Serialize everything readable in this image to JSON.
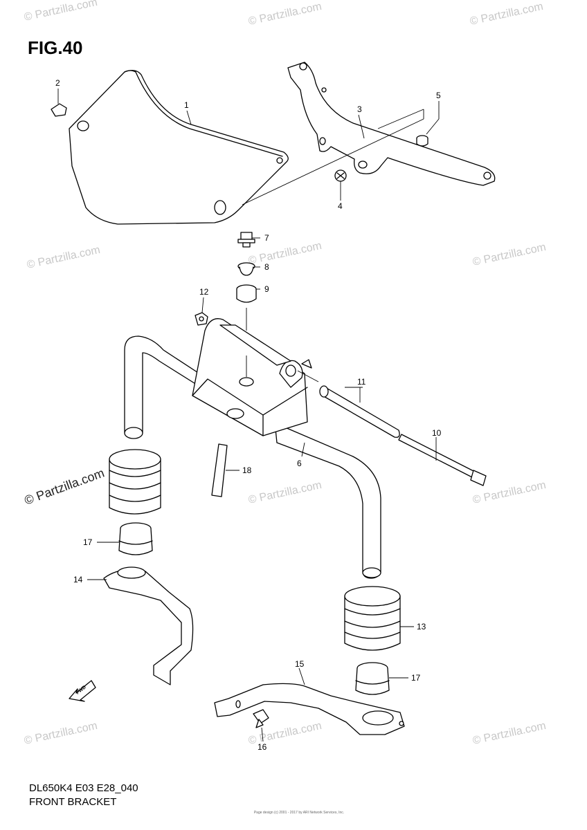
{
  "figure": {
    "title": "FIG.40",
    "model_code": "DL650K4 E03 E28_040",
    "name": "FRONT BRACKET",
    "footer_small": "Page design (c) 2001 - 2017 by ARI Network Services, Inc."
  },
  "watermarks": {
    "light_text": "© Partzilla.com",
    "dark_text": "© Partzilla.com"
  },
  "fwd_label": "FWD",
  "callouts": [
    {
      "num": "1",
      "name": "callout-1"
    },
    {
      "num": "2",
      "name": "callout-2"
    },
    {
      "num": "3",
      "name": "callout-3"
    },
    {
      "num": "4",
      "name": "callout-4"
    },
    {
      "num": "5",
      "name": "callout-5"
    },
    {
      "num": "6",
      "name": "callout-6"
    },
    {
      "num": "7",
      "name": "callout-7"
    },
    {
      "num": "8",
      "name": "callout-8"
    },
    {
      "num": "9",
      "name": "callout-9"
    },
    {
      "num": "10",
      "name": "callout-10"
    },
    {
      "num": "11",
      "name": "callout-11"
    },
    {
      "num": "12",
      "name": "callout-12"
    },
    {
      "num": "13",
      "name": "callout-13"
    },
    {
      "num": "14",
      "name": "callout-14"
    },
    {
      "num": "15",
      "name": "callout-15"
    },
    {
      "num": "16",
      "name": "callout-16"
    },
    {
      "num": "17",
      "name": "callout-17a"
    },
    {
      "num": "17",
      "name": "callout-17b"
    },
    {
      "num": "18",
      "name": "callout-18"
    }
  ]
}
